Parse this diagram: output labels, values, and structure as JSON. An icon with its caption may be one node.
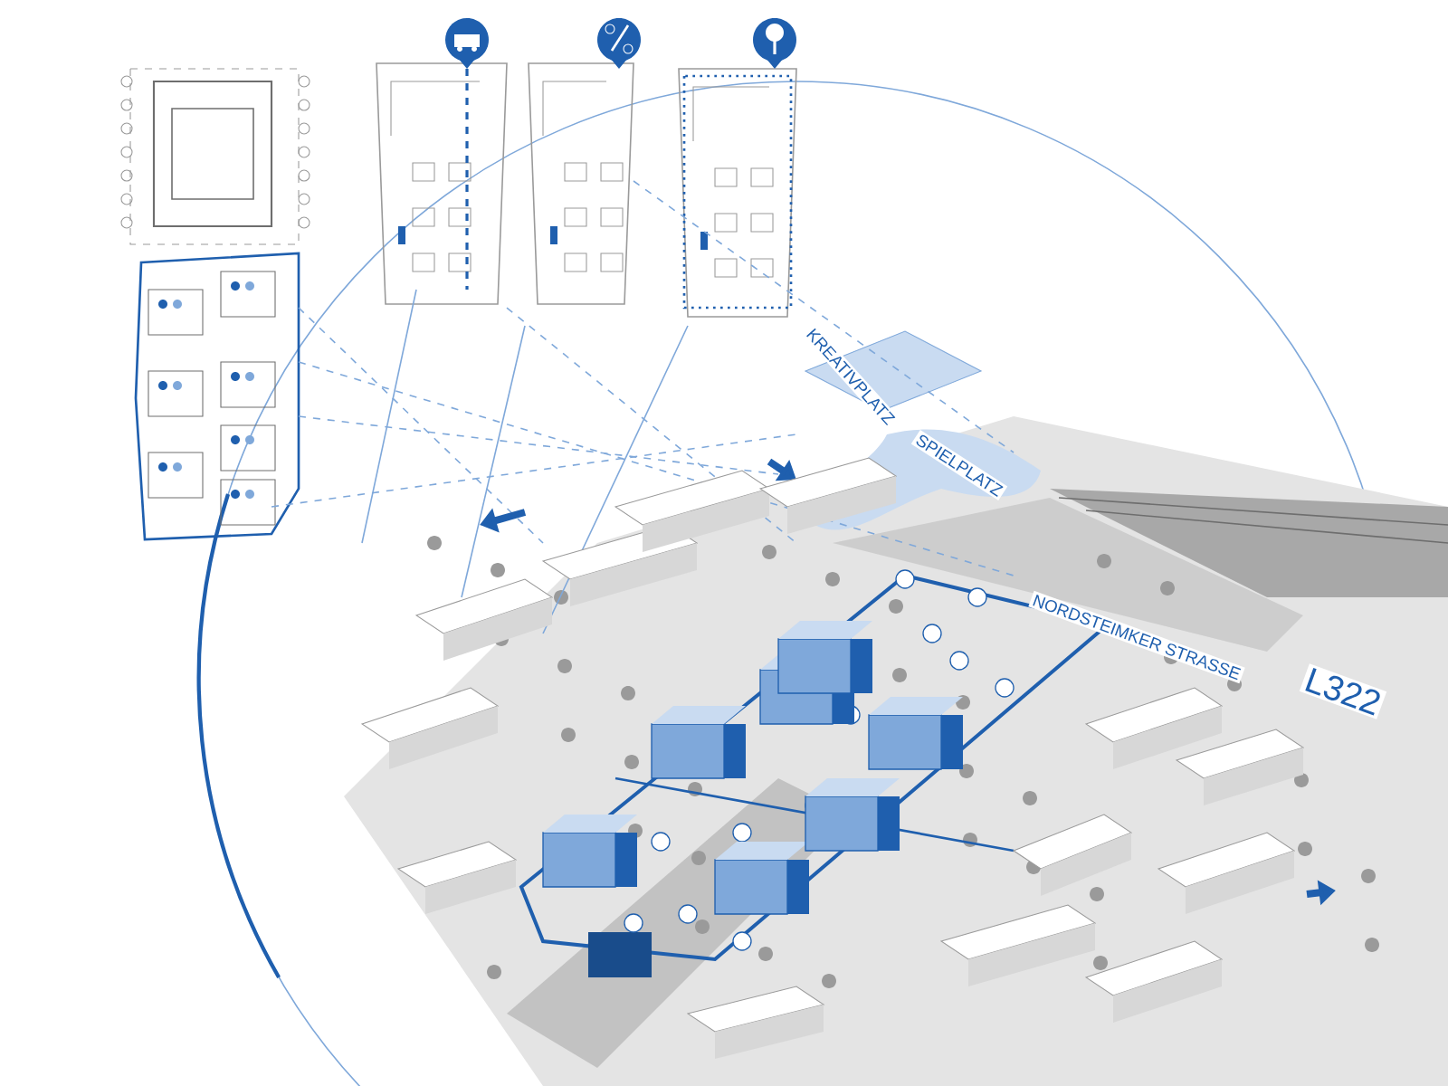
{
  "diagram": {
    "labels": [
      "KREATIVPLATZ",
      "SPIELPLATZ",
      "NORDSTEIMKER STRASSE",
      "L322"
    ]
  }
}
